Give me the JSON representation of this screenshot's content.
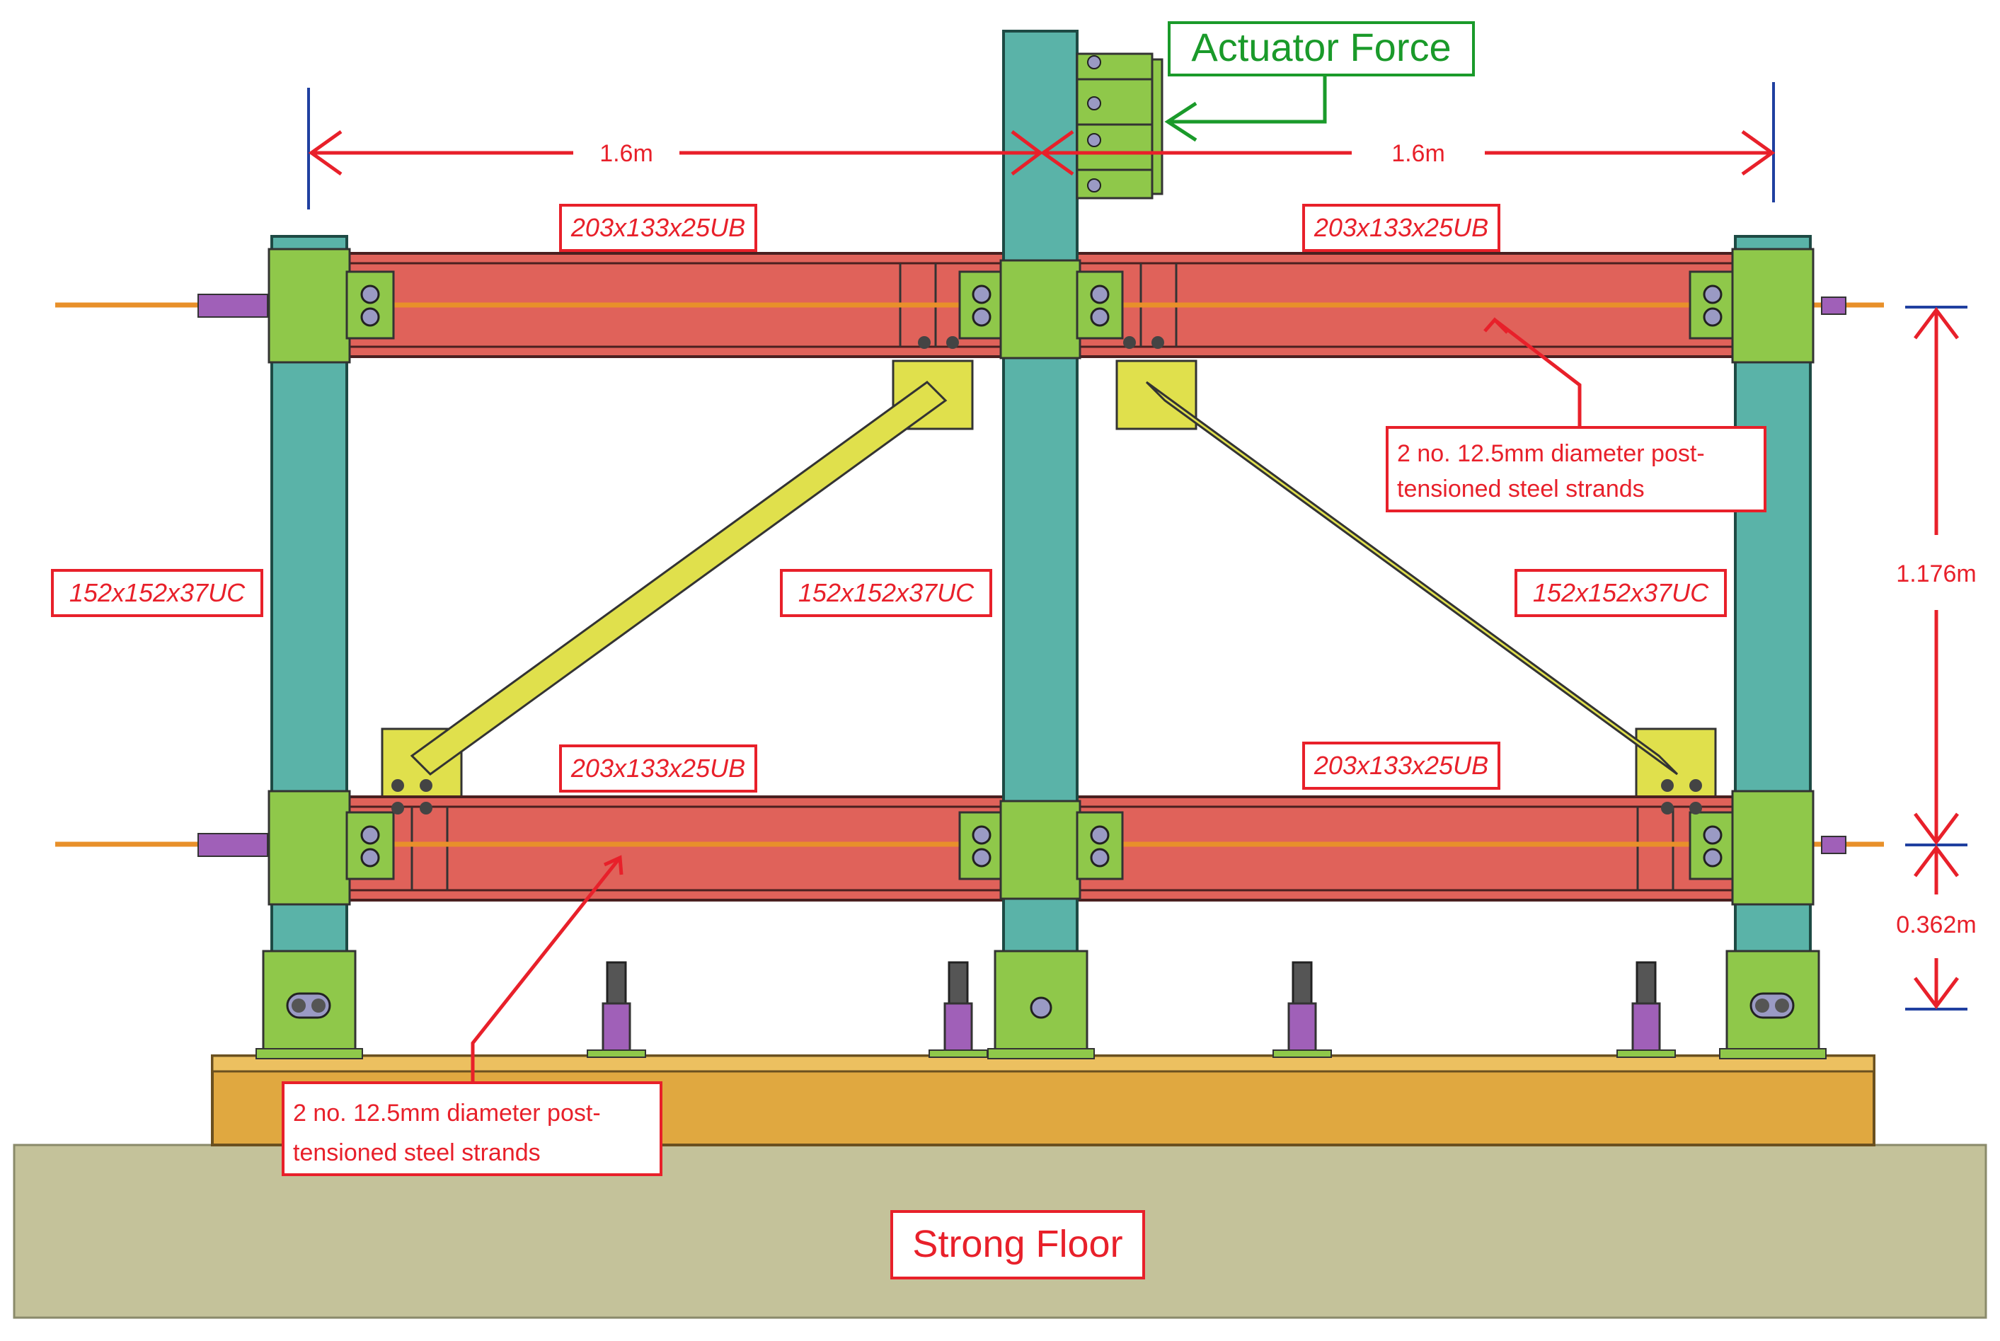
{
  "labels": {
    "actuator_force": "Actuator Force",
    "span_left": "1.6m",
    "span_right": "1.6m",
    "beam_top_left": "203x133x25UB",
    "beam_top_right": "203x133x25UB",
    "beam_bottom_left": "203x133x25UB",
    "beam_bottom_right": "203x133x25UB",
    "column_left": "152x152x37UC",
    "column_center": "152x152x37UC",
    "column_right": "152x152x37UC",
    "strands_top_line1": "2 no. 12.5mm diameter post-",
    "strands_top_line2": "tensioned steel strands",
    "strands_bottom_line1": "2 no. 12.5mm diameter post-",
    "strands_bottom_line2": "tensioned steel strands",
    "height_upper": "1.176m",
    "height_lower": "0.362m",
    "strong_floor": "Strong Floor"
  },
  "colors": {
    "column": "#5ab3a8",
    "beam": "#e0625a",
    "plate": "#8fc84a",
    "brace": "#e0e04c",
    "base_beam": "#e0a840",
    "floor": "#c4c29a",
    "strand": "#e8902a",
    "anchor": "#a060b8",
    "annotation": "#e8202a",
    "dimension_tick": "#2040a0",
    "actuator_label": "#1a9a2a"
  }
}
